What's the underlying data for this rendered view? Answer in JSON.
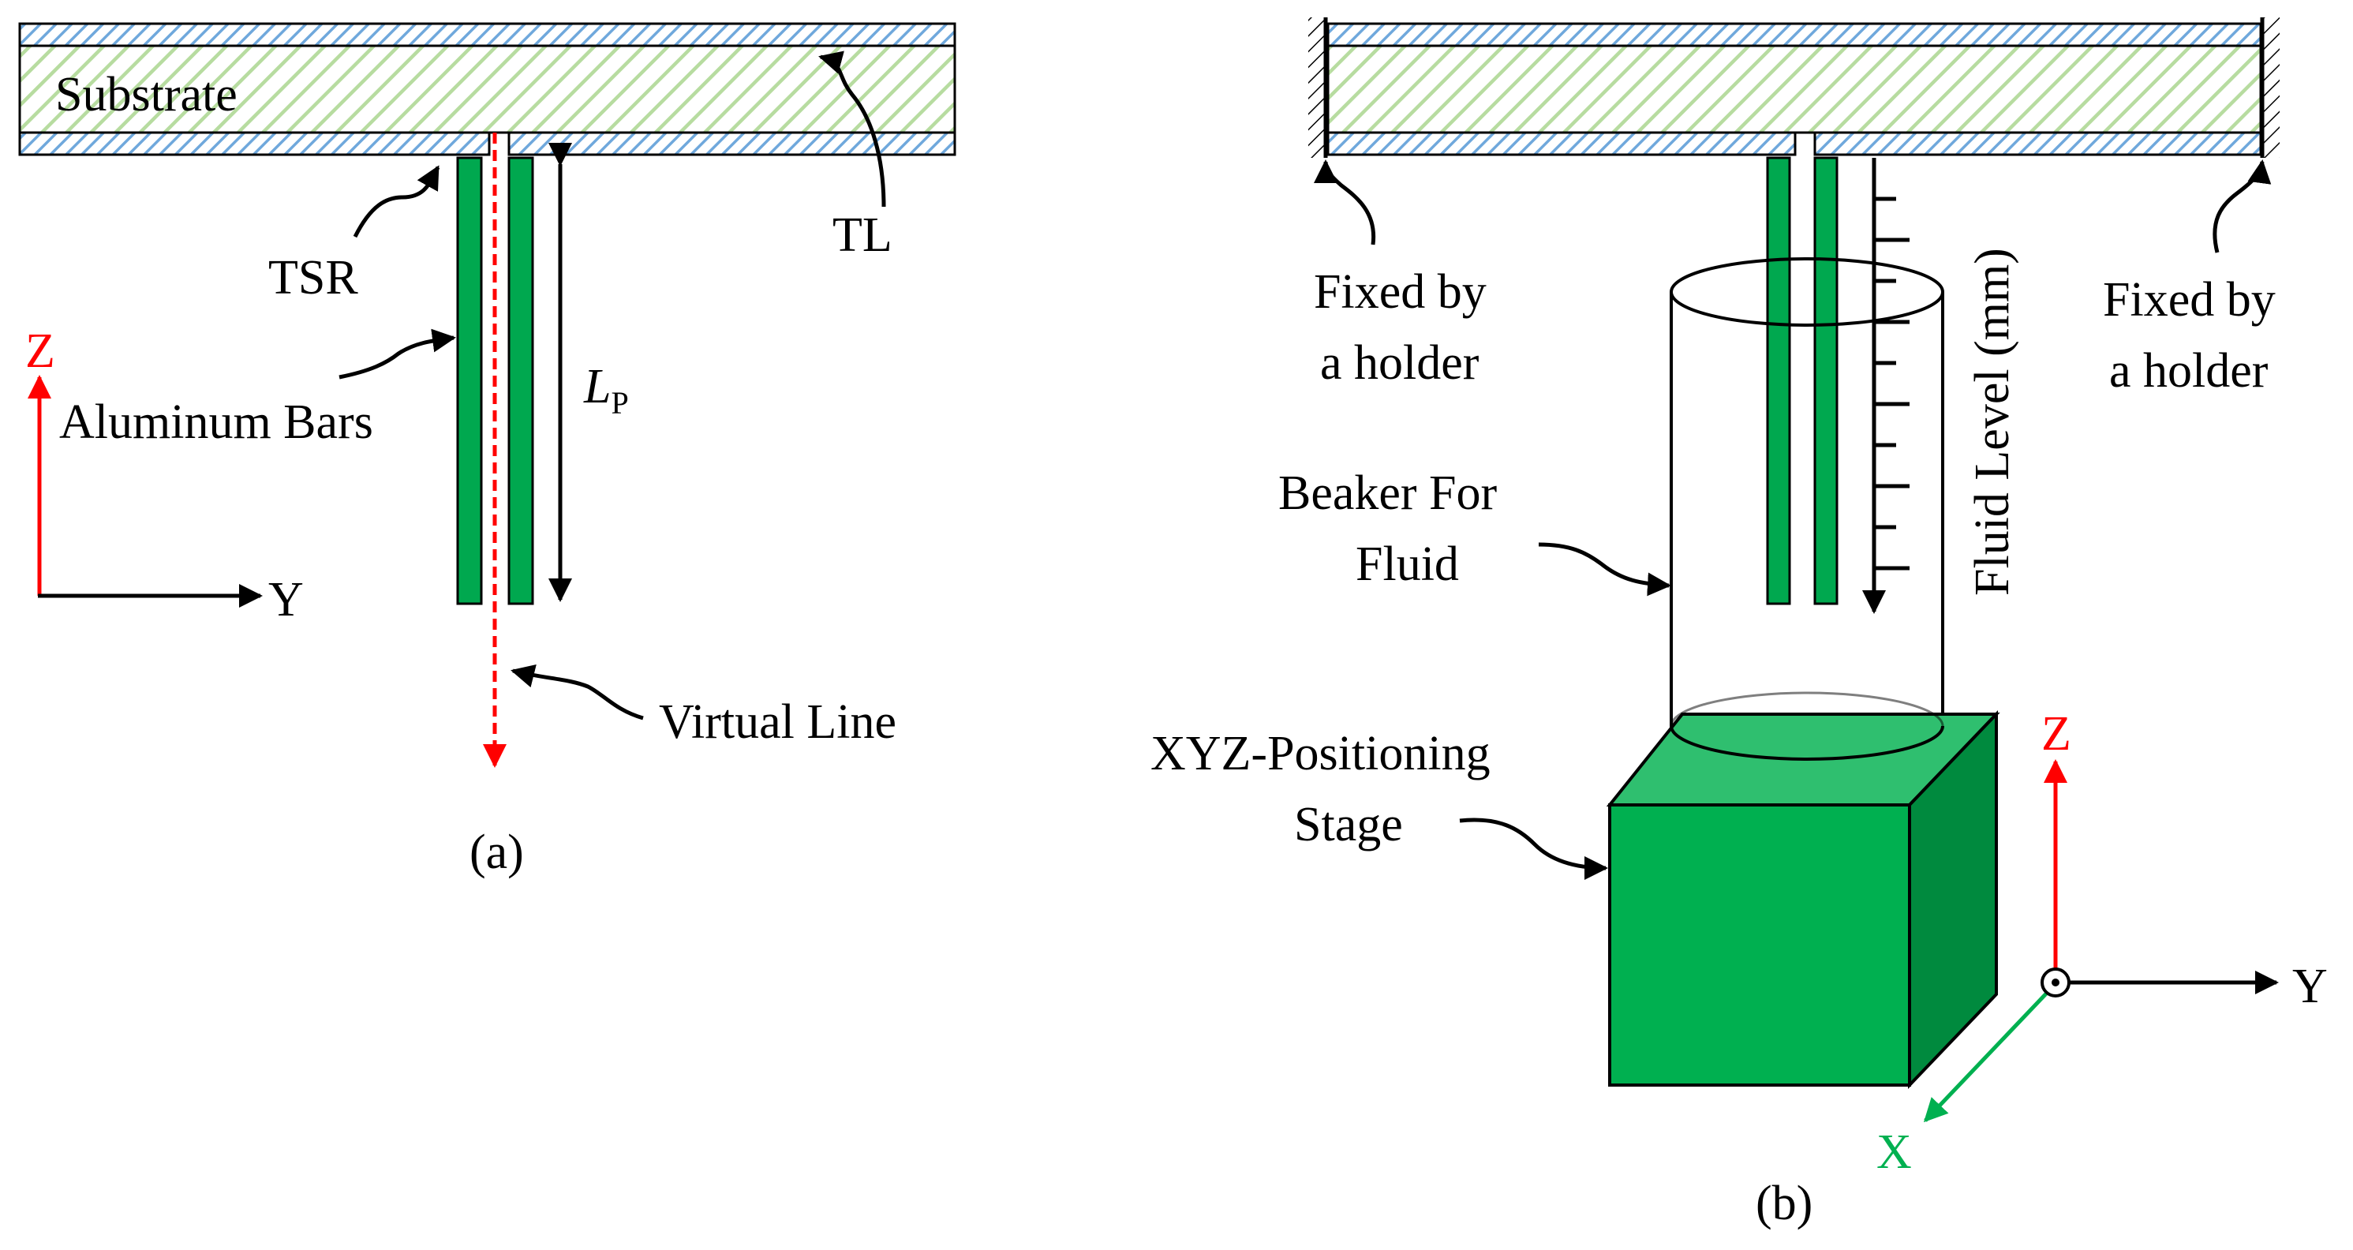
{
  "panel_a": {
    "substrate_label": "Substrate",
    "tl_label": "TL",
    "tsr_label": "TSR",
    "bars_label": "Aluminum Bars",
    "length_symbol": "L",
    "length_subscript": "P",
    "virtual_line_label": "Virtual Line",
    "axis_z": "Z",
    "axis_y": "Y",
    "caption": "(a)"
  },
  "panel_b": {
    "holder_left_line1": "Fixed by",
    "holder_left_line2": "a holder",
    "holder_right_line1": "Fixed by",
    "holder_right_line2": "a holder",
    "fluid_level_label": "Fluid Level (mm)",
    "beaker_line1": "Beaker For",
    "beaker_line2": "Fluid",
    "stage_line1": "XYZ-Positioning",
    "stage_line2": "Stage",
    "axis_z": "Z",
    "axis_y": "Y",
    "axis_x": "X",
    "caption": "(b)"
  },
  "colors": {
    "bar_green": "#00a84f",
    "stage_front": "#00b050",
    "stage_top": "#2fbf6f",
    "stage_side": "#008a3e",
    "substrate_hatch": "#b7dca0",
    "tl_hatch": "#6fa8dc",
    "axis_red": "#ff0000",
    "axis_green": "#00b050",
    "virtual_line_red": "#ff0000"
  }
}
